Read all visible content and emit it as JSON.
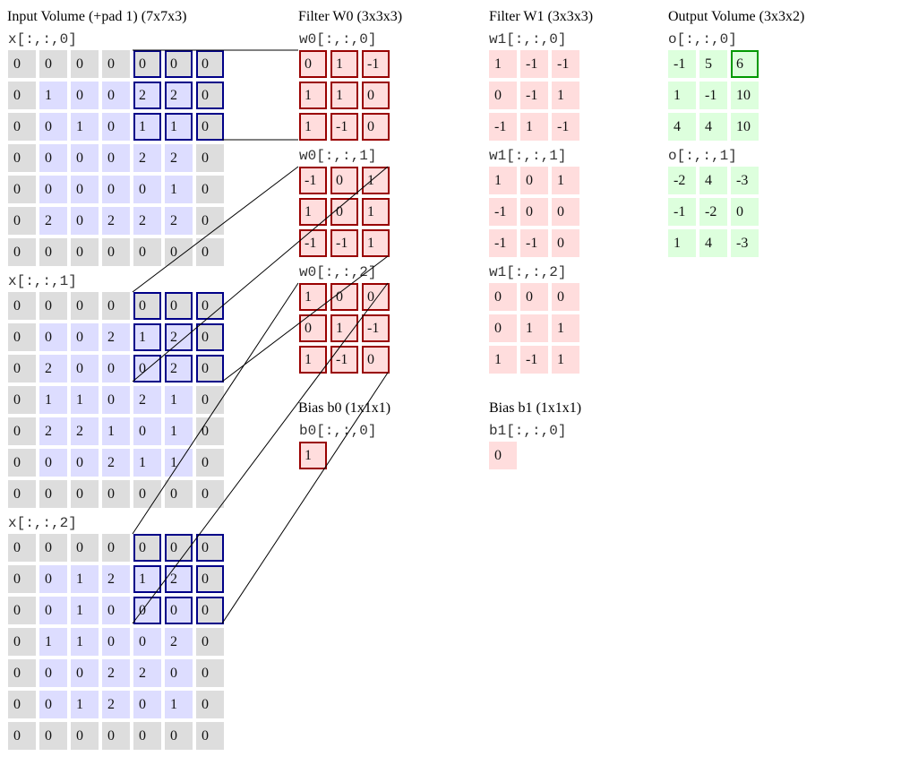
{
  "columns": {
    "input_title": "Input Volume (+pad 1) (7x7x3)",
    "filter0_title": "Filter W0 (3x3x3)",
    "filter1_title": "Filter W1 (3x3x3)",
    "output_title": "Output Volume (3x3x2)",
    "bias0_title": "Bias b0 (1x1x1)",
    "bias1_title": "Bias b1 (1x1x1)"
  },
  "input": {
    "labels": [
      "x[:,:,0]",
      "x[:,:,1]",
      "x[:,:,2]"
    ],
    "slices": [
      [
        [
          0,
          0,
          0,
          0,
          0,
          0,
          0
        ],
        [
          0,
          1,
          0,
          0,
          2,
          2,
          0
        ],
        [
          0,
          0,
          1,
          0,
          1,
          1,
          0
        ],
        [
          0,
          0,
          0,
          0,
          2,
          2,
          0
        ],
        [
          0,
          0,
          0,
          0,
          0,
          1,
          0
        ],
        [
          0,
          2,
          0,
          2,
          2,
          2,
          0
        ],
        [
          0,
          0,
          0,
          0,
          0,
          0,
          0
        ]
      ],
      [
        [
          0,
          0,
          0,
          0,
          0,
          0,
          0
        ],
        [
          0,
          0,
          0,
          2,
          1,
          2,
          0
        ],
        [
          0,
          2,
          0,
          0,
          0,
          2,
          0
        ],
        [
          0,
          1,
          1,
          0,
          2,
          1,
          0
        ],
        [
          0,
          2,
          2,
          1,
          0,
          1,
          0
        ],
        [
          0,
          0,
          0,
          2,
          1,
          1,
          0
        ],
        [
          0,
          0,
          0,
          0,
          0,
          0,
          0
        ]
      ],
      [
        [
          0,
          0,
          0,
          0,
          0,
          0,
          0
        ],
        [
          0,
          0,
          1,
          2,
          1,
          2,
          0
        ],
        [
          0,
          0,
          1,
          0,
          0,
          0,
          0
        ],
        [
          0,
          1,
          1,
          0,
          0,
          2,
          0
        ],
        [
          0,
          0,
          0,
          2,
          2,
          0,
          0
        ],
        [
          0,
          0,
          1,
          2,
          0,
          1,
          0
        ],
        [
          0,
          0,
          0,
          0,
          0,
          0,
          0
        ]
      ]
    ]
  },
  "w0": {
    "labels": [
      "w0[:,:,0]",
      "w0[:,:,1]",
      "w0[:,:,2]"
    ],
    "slices": [
      [
        [
          0,
          1,
          -1
        ],
        [
          1,
          1,
          0
        ],
        [
          1,
          -1,
          0
        ]
      ],
      [
        [
          -1,
          0,
          1
        ],
        [
          1,
          0,
          1
        ],
        [
          -1,
          -1,
          1
        ]
      ],
      [
        [
          1,
          0,
          0
        ],
        [
          0,
          1,
          -1
        ],
        [
          1,
          -1,
          0
        ]
      ]
    ]
  },
  "w1": {
    "labels": [
      "w1[:,:,0]",
      "w1[:,:,1]",
      "w1[:,:,2]"
    ],
    "slices": [
      [
        [
          1,
          -1,
          -1
        ],
        [
          0,
          -1,
          1
        ],
        [
          -1,
          1,
          -1
        ]
      ],
      [
        [
          1,
          0,
          1
        ],
        [
          -1,
          0,
          0
        ],
        [
          -1,
          -1,
          0
        ]
      ],
      [
        [
          0,
          0,
          0
        ],
        [
          0,
          1,
          1
        ],
        [
          1,
          -1,
          1
        ]
      ]
    ]
  },
  "b0": {
    "label": "b0[:,:,0]",
    "value": 1
  },
  "b1": {
    "label": "b1[:,:,0]",
    "value": 0
  },
  "output": {
    "labels": [
      "o[:,:,0]",
      "o[:,:,1]"
    ],
    "slices": [
      [
        [
          -1,
          5,
          6
        ],
        [
          1,
          -1,
          10
        ],
        [
          4,
          4,
          10
        ]
      ],
      [
        [
          -2,
          4,
          -3
        ],
        [
          -1,
          -2,
          0
        ],
        [
          1,
          4,
          -3
        ]
      ]
    ]
  },
  "highlight": {
    "input_rows": [
      0,
      1,
      2
    ],
    "input_cols": [
      4,
      5,
      6
    ],
    "output_row": 0,
    "output_col": 2,
    "filter": 0
  },
  "colors": {
    "pad": "#dddddd",
    "input": "#ddddff",
    "filter": "#ffdddd",
    "output": "#ddffdd",
    "input_border": "#000088",
    "filter_border": "#990000",
    "output_border": "#009900"
  }
}
